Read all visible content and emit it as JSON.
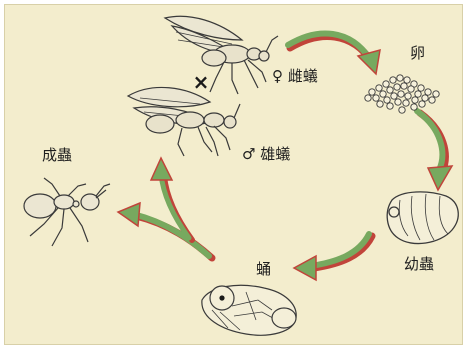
{
  "diagram": {
    "labels": {
      "egg": "卵",
      "larva": "幼蟲",
      "pupa": "蛹",
      "adult": "成蟲",
      "female": "♀ 雌蟻",
      "male": "♂ 雄蟻",
      "mating_mark": "×"
    },
    "colors": {
      "background": "#f3edcd",
      "arrow_green": "#77a95f",
      "arrow_red_edge": "#c1443a",
      "line_art": "#3a3a3a"
    }
  }
}
